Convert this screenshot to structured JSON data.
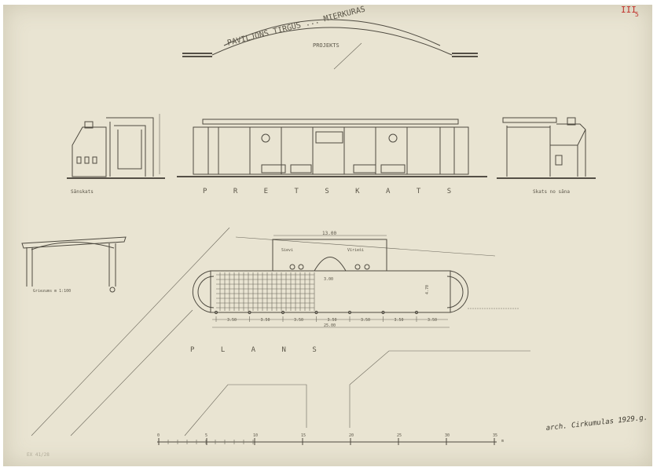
{
  "sheet": {
    "title_arch": "PAVILJONS TIRGUS ... MIERKURAS",
    "subtitle": "PROJEKTS",
    "sheet_number": "III",
    "sheet_sub": "5",
    "archive_stamp": "EX 41/28",
    "signature": "arch. Cirkumulas 1929.g."
  },
  "elevations": {
    "left_label": "Sānskats",
    "front_label": "P R E T S K A T S",
    "right_label": "Skats no sāna"
  },
  "section": {
    "label": "Griezums m 1:100"
  },
  "plan": {
    "label": "P L A N S",
    "top_dimension": "13.00",
    "room_left": "Sievi",
    "room_right": "Vīrieši",
    "center_dim": "3.00",
    "depth_dim": "4.70",
    "bay_dims": [
      "3.50",
      "3.50",
      "3.50",
      "3.50",
      "3.50",
      "3.50",
      "3.50"
    ],
    "total_dim": "25.00"
  },
  "scale_bar": {
    "ticks": [
      "0",
      "5",
      "10",
      "15",
      "20",
      "25",
      "30",
      "35"
    ],
    "unit": "m"
  }
}
